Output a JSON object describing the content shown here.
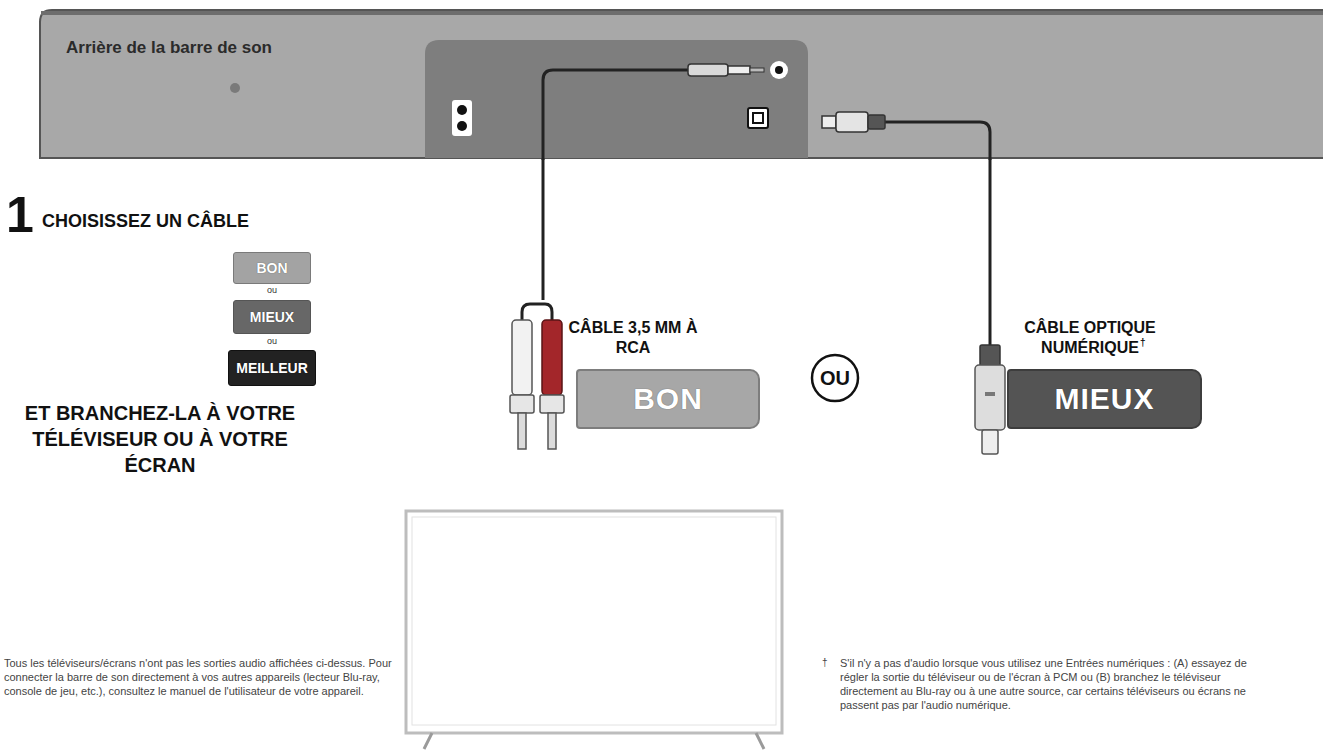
{
  "diagram": {
    "nodes": [
      {
        "text": [
          "Arrière de la barre de son"
        ]
      },
      {
        "text": [
          "BON"
        ]
      },
      {
        "text": [
          "MIEUX"
        ]
      },
      {
        "text": [
          "MEILLEUR"
        ]
      },
      {
        "text": [
          "BON"
        ]
      },
      {
        "text": [
          "OU"
        ]
      },
      {
        "text": [
          "MIEUX"
        ]
      }
    ],
    "labels": [
      "1",
      "CHOISISSEZ UN CÂBLE",
      "ou",
      "ou",
      "ET BRANCHEZ-LA À VOTRE TÉLÉVISEUR OU À VOTRE ÉCRAN",
      "CÂBLE 3,5 MM À RCA",
      "CÂBLE OPTIQUE NUMÉRIQUE",
      "†",
      "Tous les téléviseurs/écrans n'ont pas les sorties audio affichées ci-dessus. Pour connecter la barre de son directement à vos autres appareils (lecteur Blu-ray, console de jeu, etc.), consultez le manuel de l'utilisateur de votre appareil.",
      "†",
      "S'il n'y a pas d'audio lorsque vous utilisez une Entrées numériques : (A) essayez de régler la sortie du téléviseur ou de l'écran à PCM ou (B) branchez le téléviseur directement au Blu-ray ou à une autre source, car certains téléviseurs ou écrans ne passent pas par l'audio numérique."
    ]
  }
}
